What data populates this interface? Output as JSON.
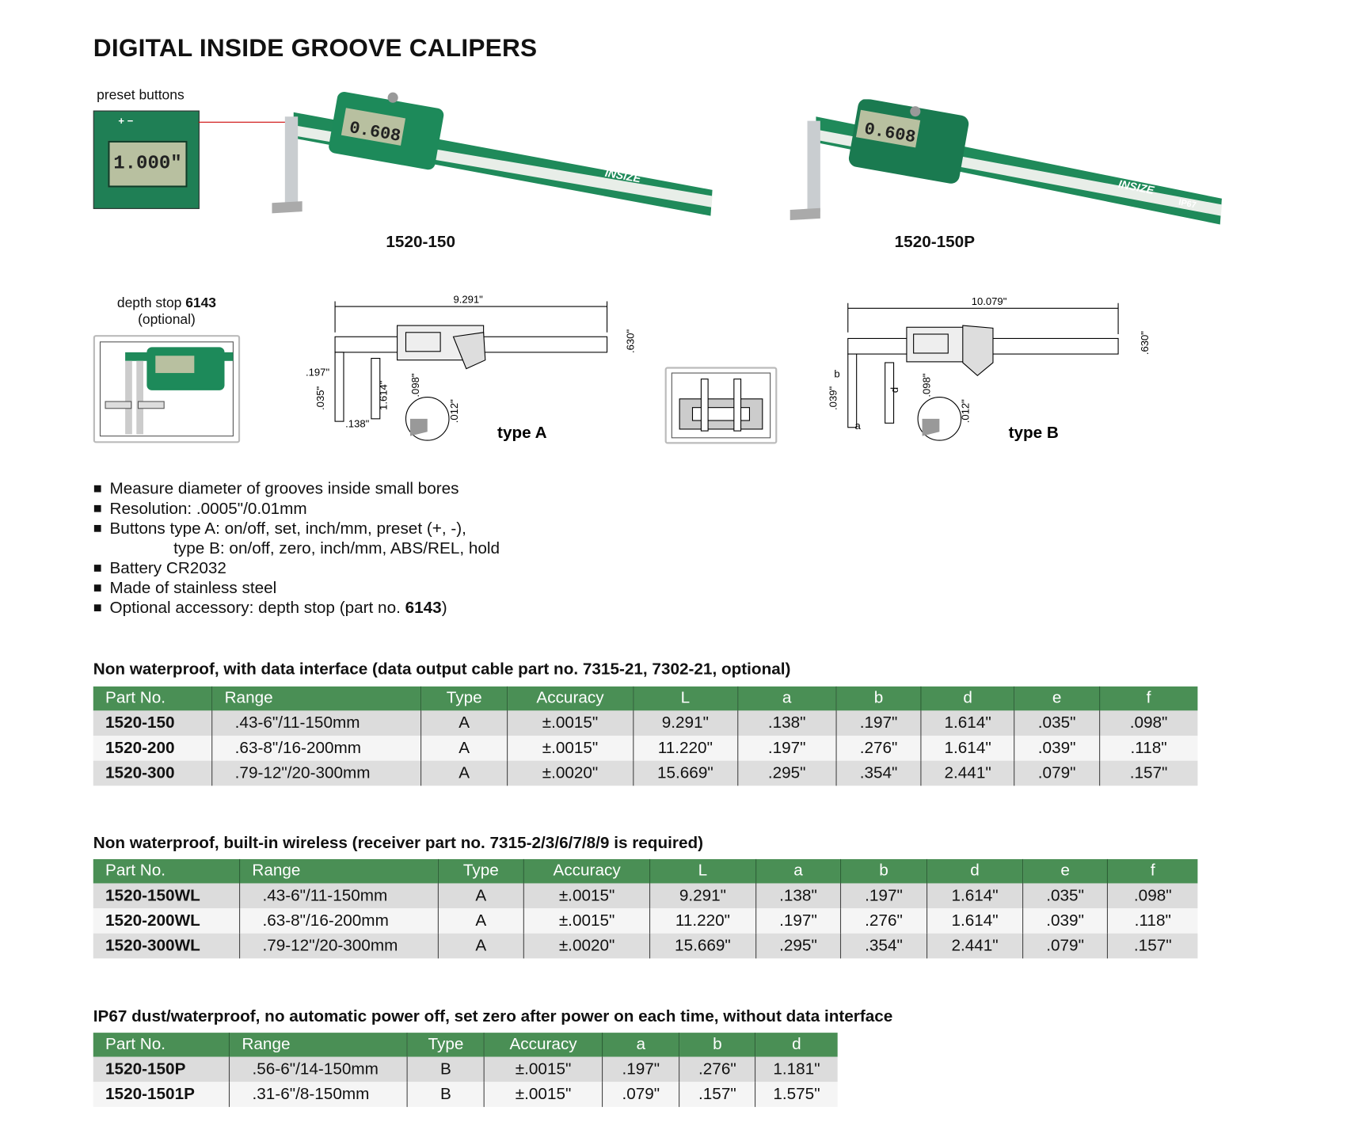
{
  "title": "DIGITAL INSIDE GROOVE CALIPERS",
  "preset_label": "preset buttons",
  "preset_display": "1.000\"",
  "lcd_value": "0.608",
  "brand": "INSIZE",
  "ip_rating": "IP67",
  "models": {
    "a": "1520-150",
    "b": "1520-150P"
  },
  "depth_stop": {
    "prefix": "depth stop ",
    "part": "6143",
    "note": "(optional)"
  },
  "drawing_a": {
    "L": "9.291\"",
    "h": ".630\"",
    "b": ".197\"",
    "e": ".035\"",
    "a": ".138\"",
    "d": "1.614\"",
    "f": ".098\"",
    "t": ".012\"",
    "label": "type A"
  },
  "drawing_b": {
    "L": "10.079\"",
    "h": ".630\"",
    "b": "b",
    "e": ".039\"",
    "a": "a",
    "d": "d",
    "f": ".098\"",
    "t": ".012\"",
    "label": "type B"
  },
  "features": [
    "Measure diameter of grooves inside small bores",
    "Resolution: .0005\"/0.01mm",
    "Buttons type A: on/off, set, inch/mm, preset (+, -),",
    "type B: on/off, zero, inch/mm, ABS/REL, hold",
    "Battery CR2032",
    "Made of stainless steel",
    "Optional accessory: depth stop (part no. ",
    "6143",
    ")"
  ],
  "tables": [
    {
      "heading": "Non waterproof, with data interface (data output cable part no. 7315-21, 7302-21, optional)",
      "columns": [
        "Part No.",
        "Range",
        "Type",
        "Accuracy",
        "L",
        "a",
        "b",
        "d",
        "e",
        "f"
      ],
      "rows": [
        [
          "1520-150",
          ".43-6\"/11-150mm",
          "A",
          "±.0015\"",
          "9.291\"",
          ".138\"",
          ".197\"",
          "1.614\"",
          ".035\"",
          ".098\""
        ],
        [
          "1520-200",
          ".63-8\"/16-200mm",
          "A",
          "±.0015\"",
          "11.220\"",
          ".197\"",
          ".276\"",
          "1.614\"",
          ".039\"",
          ".118\""
        ],
        [
          "1520-300",
          ".79-12\"/20-300mm",
          "A",
          "±.0020\"",
          "15.669\"",
          ".295\"",
          ".354\"",
          "2.441\"",
          ".079\"",
          ".157\""
        ]
      ]
    },
    {
      "heading": "Non waterproof, built-in wireless (receiver part no. 7315-2/3/6/7/8/9 is required)",
      "columns": [
        "Part No.",
        "Range",
        "Type",
        "Accuracy",
        "L",
        "a",
        "b",
        "d",
        "e",
        "f"
      ],
      "rows": [
        [
          "1520-150WL",
          ".43-6\"/11-150mm",
          "A",
          "±.0015\"",
          "9.291\"",
          ".138\"",
          ".197\"",
          "1.614\"",
          ".035\"",
          ".098\""
        ],
        [
          "1520-200WL",
          ".63-8\"/16-200mm",
          "A",
          "±.0015\"",
          "11.220\"",
          ".197\"",
          ".276\"",
          "1.614\"",
          ".039\"",
          ".118\""
        ],
        [
          "1520-300WL",
          ".79-12\"/20-300mm",
          "A",
          "±.0020\"",
          "15.669\"",
          ".295\"",
          ".354\"",
          "2.441\"",
          ".079\"",
          ".157\""
        ]
      ]
    },
    {
      "heading": "IP67 dust/waterproof, no automatic power off, set zero after power on each time, without data interface",
      "columns": [
        "Part No.",
        "Range",
        "Type",
        "Accuracy",
        "a",
        "b",
        "d"
      ],
      "rows": [
        [
          "1520-150P",
          ".56-6\"/14-150mm",
          "B",
          "±.0015\"",
          ".197\"",
          ".276\"",
          "1.181\""
        ],
        [
          "1520-1501P",
          ".31-6\"/8-150mm",
          "B",
          "±.0015\"",
          ".079\"",
          ".157\"",
          "1.575\""
        ]
      ]
    }
  ],
  "colors": {
    "green": "#4a8f55",
    "caliper_green": "#1f8a5a"
  }
}
